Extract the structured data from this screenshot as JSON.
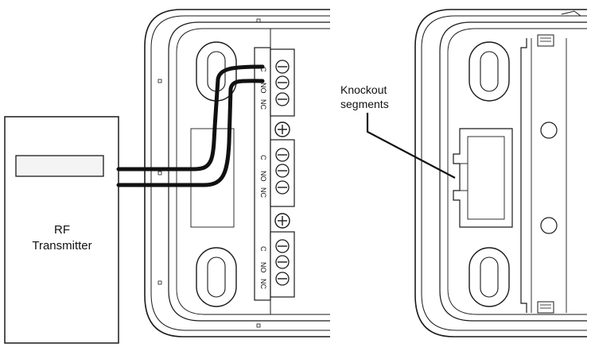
{
  "transmitter": {
    "line1": "RF",
    "line2": "Transmitter"
  },
  "callout": {
    "line1": "Knockout",
    "line2": "segments"
  },
  "terminals": {
    "groups": [
      {
        "labels": [
          "C",
          "NO",
          "NC"
        ]
      },
      {
        "labels": [
          "C",
          "NO",
          "NC"
        ]
      },
      {
        "labels": [
          "C",
          "NO",
          "NC"
        ]
      }
    ]
  },
  "colors": {
    "stroke": "#1a1a1a",
    "fill": "#ffffff",
    "screen": "#f4f4f4"
  }
}
